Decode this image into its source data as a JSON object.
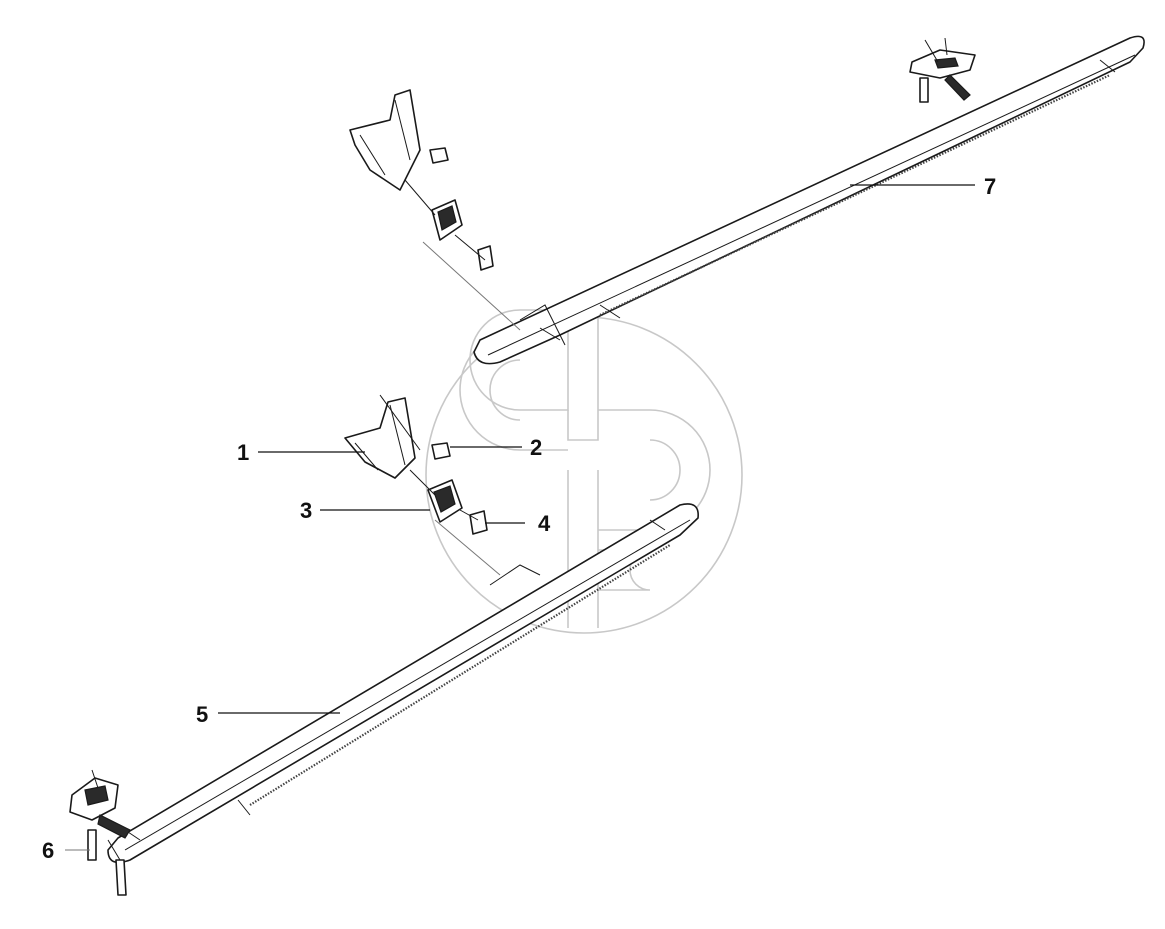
{
  "callouts": [
    {
      "id": "1",
      "label": "1"
    },
    {
      "id": "2",
      "label": "2"
    },
    {
      "id": "3",
      "label": "3"
    },
    {
      "id": "4",
      "label": "4"
    },
    {
      "id": "5",
      "label": "5"
    },
    {
      "id": "6",
      "label": "6"
    },
    {
      "id": "7",
      "label": "7"
    }
  ],
  "colors": {
    "line": "#1a1a1a",
    "watermark": "#c8c8c8",
    "background": "#ffffff"
  }
}
